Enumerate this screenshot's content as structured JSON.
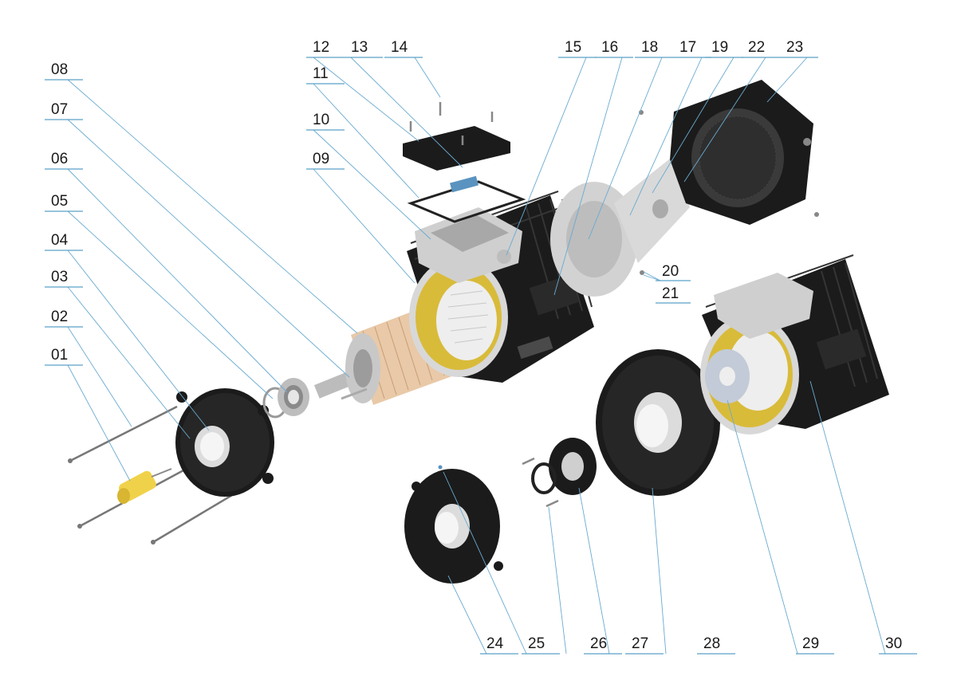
{
  "diagram": {
    "colors": {
      "label_text": "#1a1a1a",
      "leader_line": "#6aaad0",
      "housing": "#1b1b1b",
      "aluminium": "#d6d6d6",
      "winding": "#e2c26a",
      "rotor_copper": "#e9c9a8",
      "coupling": "#f0d24a"
    },
    "part_labels": [
      "01",
      "02",
      "03",
      "04",
      "05",
      "06",
      "07",
      "08",
      "09",
      "10",
      "11",
      "12",
      "13",
      "14",
      "15",
      "16",
      "17",
      "18",
      "19",
      "20",
      "21",
      "22",
      "23",
      "24",
      "25",
      "26",
      "27",
      "28",
      "29",
      "30"
    ]
  }
}
